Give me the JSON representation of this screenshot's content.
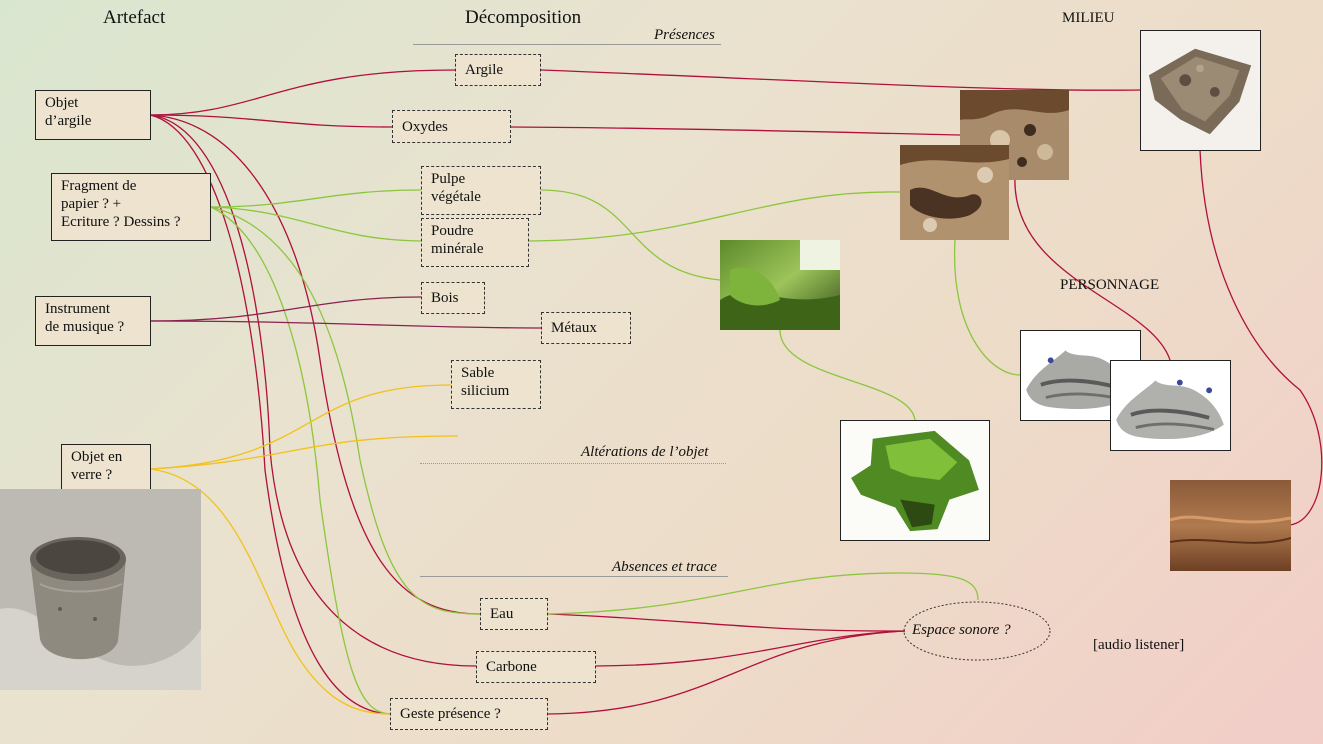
{
  "headers": {
    "artefact": "Artefact",
    "decomposition": "Décomposition",
    "milieu": "MILIEU",
    "personnage": "PERSONNAGE"
  },
  "sections": {
    "presences": "Présences",
    "alterations": "Altérations de l’objet",
    "absences": "Absences et trace"
  },
  "artefacts": {
    "argile": [
      "Objet",
      "d’argile"
    ],
    "papier": [
      "Fragment de",
      "papier ? +",
      "Ecriture ? Dessins ?"
    ],
    "instrument": [
      "Instrument",
      "de musique ?"
    ],
    "verre": [
      "Objet en",
      "verre ?"
    ]
  },
  "components": {
    "argile": "Argile",
    "oxydes": "Oxydes",
    "pulpe": [
      "Pulpe",
      "végétale"
    ],
    "poudre": [
      "Poudre",
      "minérale"
    ],
    "bois": "Bois",
    "metaux": "Métaux",
    "sable": [
      "Sable",
      "silicium"
    ],
    "eau": "Eau",
    "carbone": "Carbone",
    "geste": "Geste présence ?"
  },
  "espace_sonore": "Espace sonore ?",
  "audio_listener": "[audio listener]",
  "colors": {
    "clay_link": "#b0103c",
    "plant_link": "#8cc63f",
    "music_link": "#8a2050",
    "glass_link": "#f2c21b",
    "background_start": "#d9e6cf",
    "background_end": "#f2cdc8"
  },
  "images": [
    "clay-rock-image",
    "rusty-texture-image-1",
    "rusty-texture-image-2",
    "moss-forest-image",
    "moss-clump-image",
    "lichen-image-1",
    "lichen-image-2",
    "water-texture-image",
    "ceramic-cup-photo"
  ]
}
